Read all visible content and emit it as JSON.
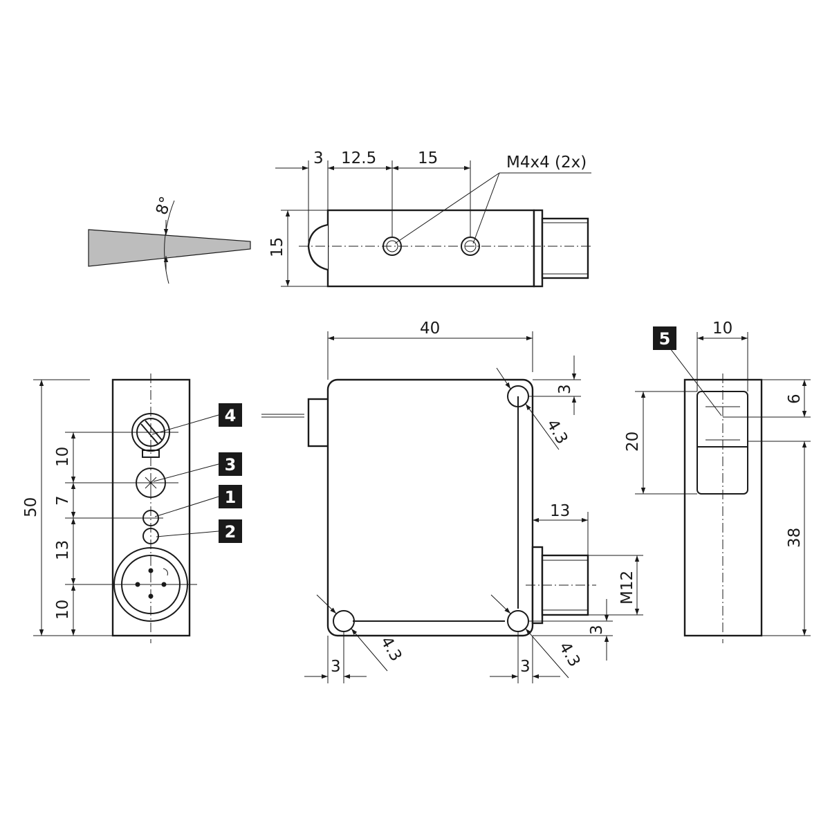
{
  "side_view": {
    "dims": {
      "d_3": "3",
      "d_12_5": "12.5",
      "d_15": "15",
      "d_15_v": "15"
    },
    "thread_note": "M4x4 (2x)"
  },
  "beam": {
    "angle": "8°"
  },
  "front_view": {
    "dims": {
      "d_50": "50",
      "d_10_a": "10",
      "d_7": "7",
      "d_13": "13",
      "d_10_b": "10"
    },
    "badges": [
      "4",
      "3",
      "1",
      "2"
    ]
  },
  "top_view": {
    "dims": {
      "d_40": "40",
      "d_3_tr": "3",
      "d_4_3_tr": "4.3",
      "d_13": "13",
      "d_m12": "M12",
      "d_3_br": "3",
      "d_3_bl": "3",
      "d_4_3_bl": "4.3",
      "d_3_bm": "3",
      "d_4_3_br": "4.3"
    }
  },
  "end_view": {
    "dims": {
      "d_10": "10",
      "d_6": "6",
      "d_20": "20",
      "d_38": "38"
    },
    "badge": "5"
  }
}
